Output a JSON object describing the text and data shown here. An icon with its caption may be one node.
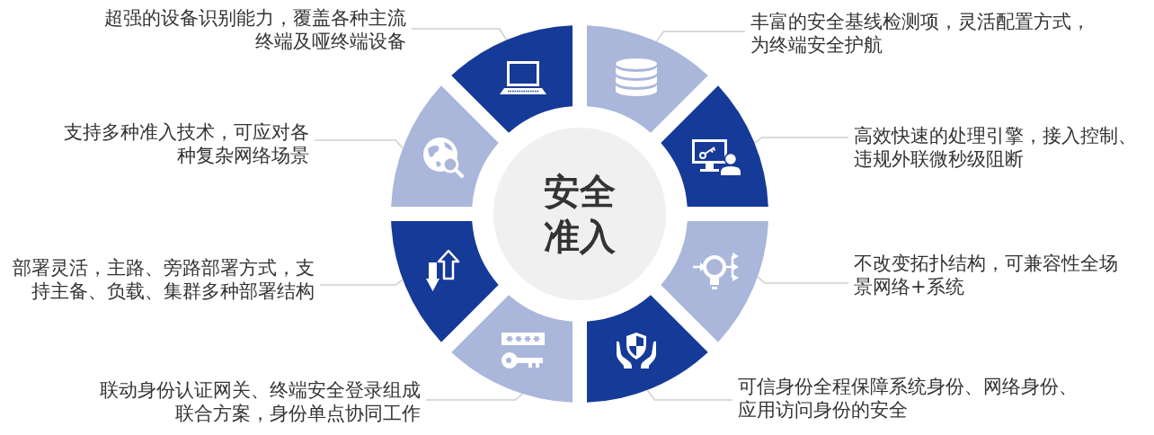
{
  "diagram": {
    "nodes": [
      {
        "text": [
          "超强的设备识别能力，覆盖各种主流终端及哑终端设备"
        ]
      },
      {
        "text": [],
        "shape": "sector"
      },
      {
        "text": [],
        "shape": "sector"
      },
      {
        "text": [
          "丰富的安全基线检测项，灵活配置方式，为终端安全护航"
        ]
      },
      {
        "text": [
          "支持多种准入技术，可应对各种复杂网络场景"
        ]
      },
      {
        "text": [],
        "shape": "sector"
      },
      {
        "text": [],
        "shape": "sector"
      },
      {
        "text": [
          "高效快速的处理引擎，接入控制、违规外联微秒级阻断"
        ]
      },
      {
        "text": [
          "安全准入"
        ]
      },
      {
        "text": [
          "部署灵活，主路、旁路部署方式，支持主备、负载、集群多种部署结构"
        ]
      },
      {
        "text": [],
        "shape": "sector"
      },
      {
        "text": [],
        "shape": "sector"
      },
      {
        "text": [
          "不改变拓扑结构，可兼容性全场景网络+系统"
        ]
      },
      {
        "text": [
          "联动身份认证网关、终端安全登录组成联合方案，身份单点协同工作"
        ]
      },
      {
        "text": [],
        "shape": "sector"
      },
      {
        "text": [],
        "shape": "sector"
      },
      {
        "text": [
          "可信身份全程保障系统身份、网络身份、应用访问身份的安全"
        ]
      }
    ],
    "edges": [
      {
        "from": 0,
        "to": 1,
        "arrow": "none"
      },
      {
        "from": 3,
        "to": 2,
        "arrow": "none"
      },
      {
        "from": 4,
        "to": 5,
        "arrow": "none"
      },
      {
        "from": 7,
        "to": 6,
        "arrow": "none"
      },
      {
        "from": 9,
        "to": 10,
        "arrow": "none"
      },
      {
        "from": 12,
        "to": 11,
        "arrow": "none"
      },
      {
        "from": 13,
        "to": 14,
        "arrow": "none"
      },
      {
        "from": 16,
        "to": 15,
        "arrow": "none"
      }
    ]
  }
}
